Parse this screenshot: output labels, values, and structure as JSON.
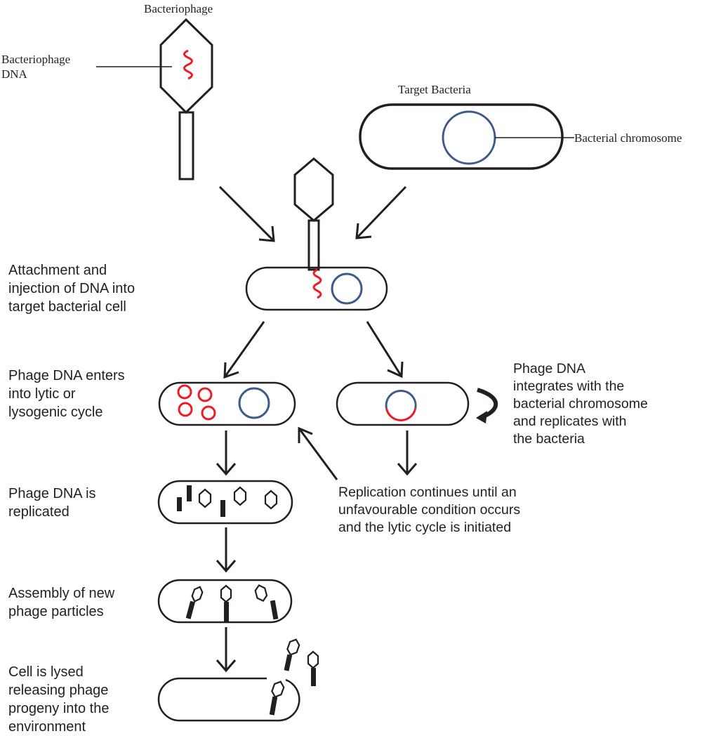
{
  "labels": {
    "bacteriophage": "Bacteriophage",
    "bacteriophage_dna": [
      "Bacteriophage",
      "DNA"
    ],
    "target_bacteria": "Target Bacteria",
    "bacterial_chromosome": "Bacterial chromosome"
  },
  "steps": {
    "attachment": [
      "Attachment and",
      "injection of DNA into",
      "target bacterial cell"
    ],
    "enters_cycle": [
      "Phage DNA enters",
      "into lytic or",
      "lysogenic cycle"
    ],
    "replicated": [
      "Phage DNA is",
      "replicated"
    ],
    "assembly": [
      "Assembly of new",
      "phage particles"
    ],
    "lysed": [
      "Cell is lysed",
      "releasing phage",
      "progeny into the",
      "environment"
    ]
  },
  "lysogenic": {
    "integrates": [
      "Phage DNA",
      "integrates with the",
      "bacterial chromosome",
      "and replicates with",
      "the bacteria"
    ],
    "continues": [
      "Replication continues until an",
      "unfavourable condition occurs",
      "and the lytic cycle is initiated"
    ]
  },
  "colors": {
    "outline": "#231f20",
    "phage_dna": "#ed1c24",
    "chromosome": "#3f5a8c"
  }
}
